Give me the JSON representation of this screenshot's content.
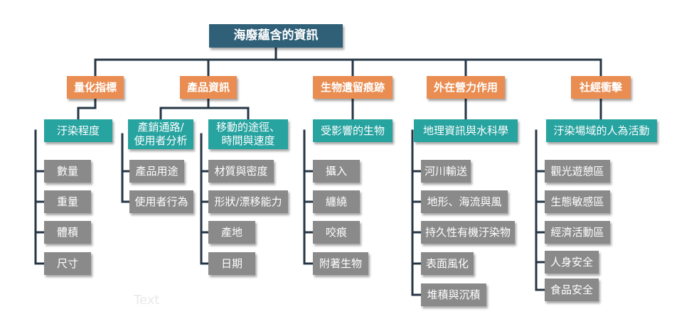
{
  "colors": {
    "root": "#2f6078",
    "category": "#e98d52",
    "subcategory": "#27a3a0",
    "leaf": "#8a8a8a",
    "connector": "#263645"
  },
  "root": "海廢蘊含的資訊",
  "categories": [
    {
      "label": "量化指標",
      "subs": [
        {
          "label": "汙染程度",
          "leaves": [
            "數量",
            "重量",
            "體積",
            "尺寸"
          ]
        }
      ]
    },
    {
      "label": "產品資訊",
      "subs": [
        {
          "label": "產銷通路/\n使用者分析",
          "leaves": [
            "產品用途",
            "使用者行為"
          ]
        },
        {
          "label": "移動的途徑、\n時間與速度",
          "leaves": [
            "材質與密度",
            "形狀/漂移能力",
            "產地",
            "日期"
          ]
        }
      ]
    },
    {
      "label": "生物遺留痕跡",
      "subs": [
        {
          "label": "受影響的生物",
          "leaves": [
            "攝入",
            "纏繞",
            "咬痕",
            "附著生物"
          ]
        }
      ]
    },
    {
      "label": "外在營力作用",
      "subs": [
        {
          "label": "地理資訊與水科學",
          "leaves": [
            "河川輸送",
            "地形、海流與風",
            "持久性有機汙染物",
            "表面風化",
            "堆積與沉積"
          ]
        }
      ]
    },
    {
      "label": "社經衝擊",
      "subs": [
        {
          "label": "汙染場域的人為活動",
          "leaves": [
            "觀光遊憩區",
            "生態敏感區",
            "經濟活動區",
            "人身安全",
            "食品安全"
          ]
        }
      ]
    }
  ],
  "watermark": "Text"
}
